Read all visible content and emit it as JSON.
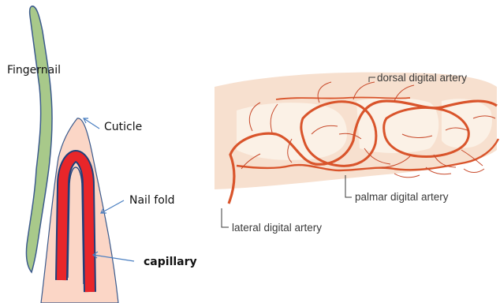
{
  "left_labels": {
    "fingernail": "Fingernail",
    "cuticle": "Cuticle",
    "nail_fold": "Nail fold",
    "capillary": "capillary"
  },
  "right_labels": {
    "dorsal": "dorsal digital artery",
    "palmar": "palmar digital artery",
    "lateral": "lateral digital artery"
  },
  "colors": {
    "nail": "#a8c98a",
    "nail_outline": "#3b5a8c",
    "skin": "#fbd6c6",
    "capillary": "#e8262a",
    "capillary_outline": "#1f3f7a",
    "arrow": "#4a7fc1",
    "artery": "#d9542b",
    "finger_bg": "#f7e0cf"
  }
}
